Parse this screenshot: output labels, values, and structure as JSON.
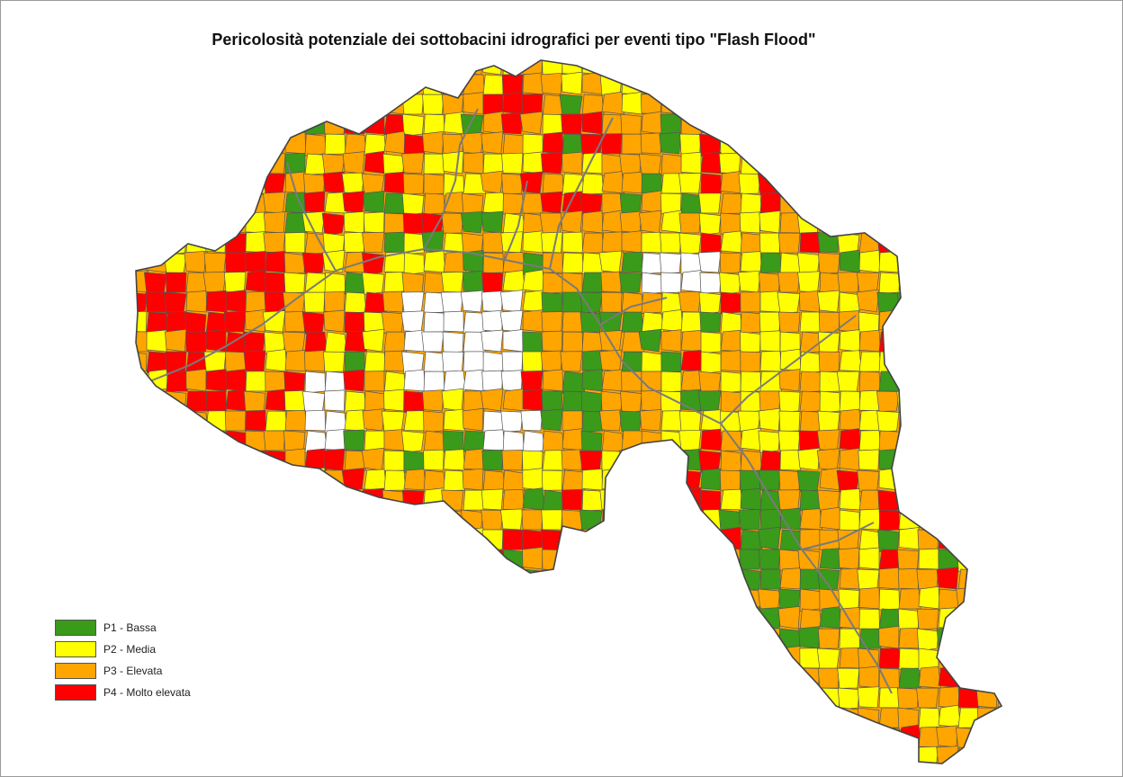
{
  "map": {
    "title": "Pericolosità potenziale dei sottobacini idrografici per eventi tipo \"Flash Flood\""
  },
  "legend": {
    "items": [
      {
        "label": "P1 - Bassa",
        "color": "#3a9a1a",
        "class": "P1"
      },
      {
        "label": "P2 - Media",
        "color": "#ffff00",
        "class": "P2"
      },
      {
        "label": "P3 - Elevata",
        "color": "#ffa500",
        "class": "P3"
      },
      {
        "label": "P4 - Molto elevata",
        "color": "#ff0000",
        "class": "P4"
      }
    ]
  },
  "colors": {
    "unclassified": "#ffffff",
    "boundary": "#444444",
    "river": "#7a7a7a"
  }
}
